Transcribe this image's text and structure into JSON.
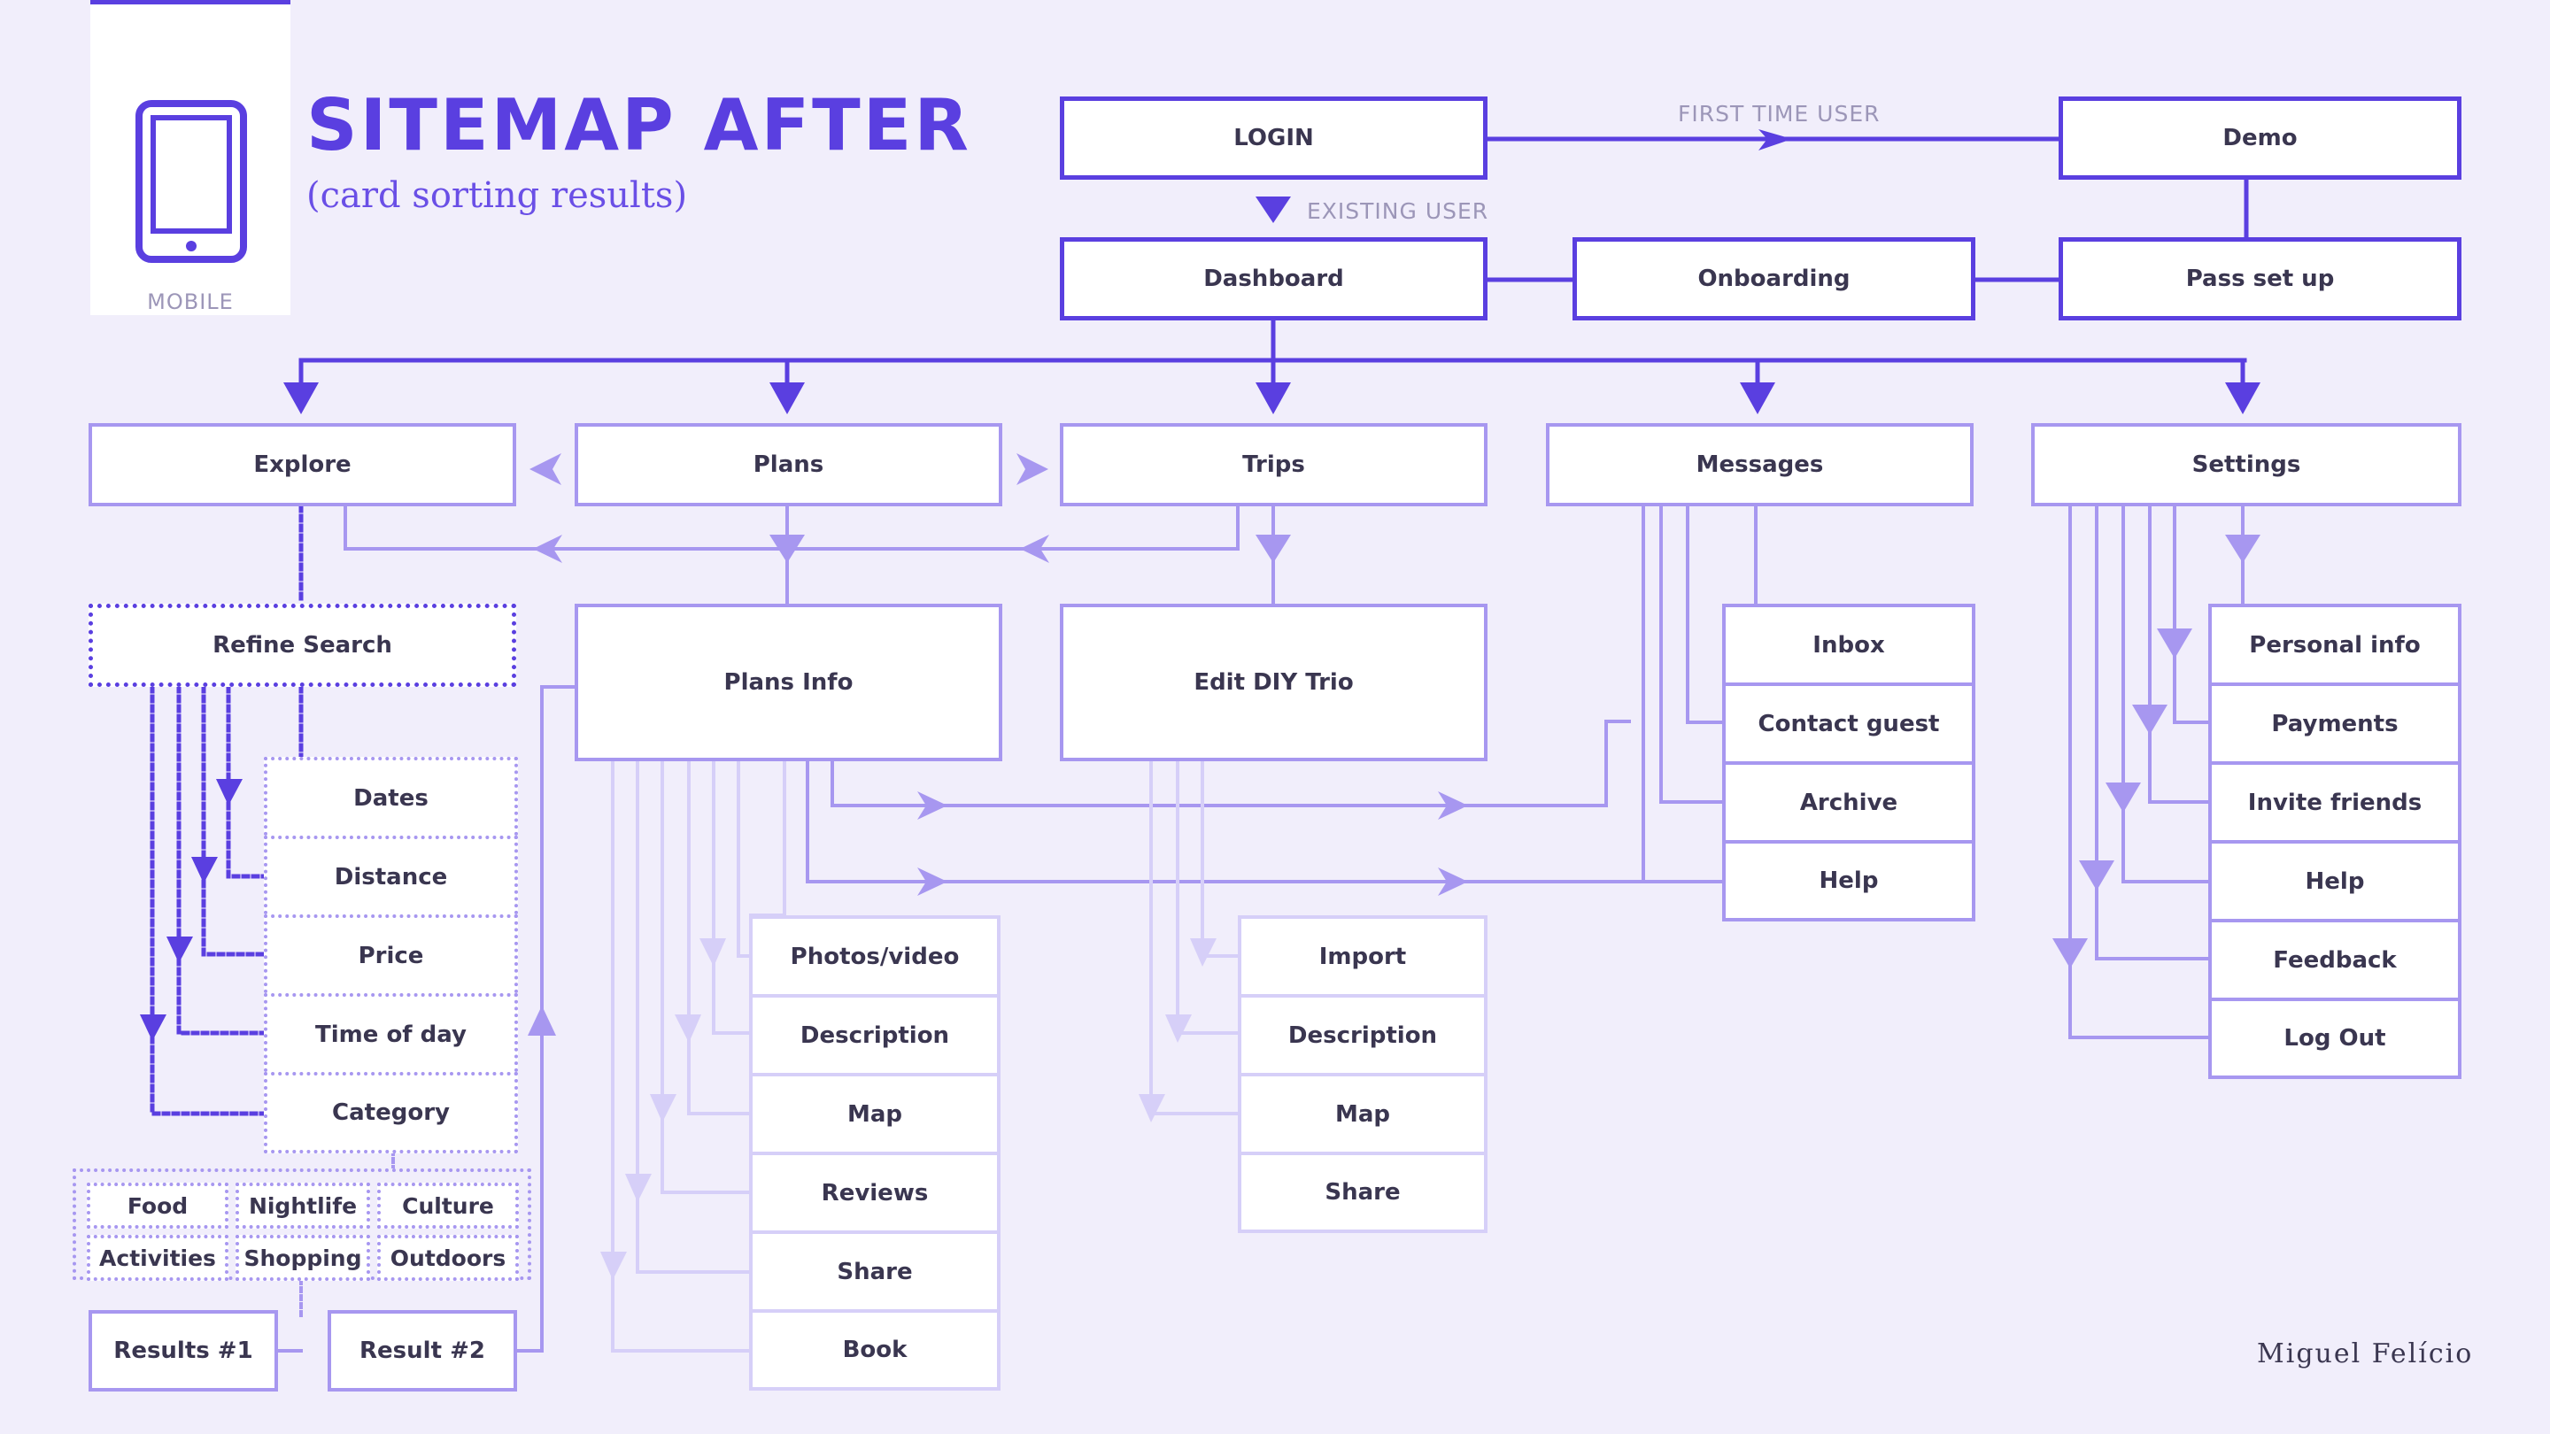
{
  "header": {
    "title": "SITEMAP AFTER",
    "subtitle": "(card sorting results)",
    "device_label": "MOBILE",
    "author": "Miguel Felício"
  },
  "edge_labels": {
    "first_time_user": "FIRST TIME USER",
    "existing_user": "EXISTING USER"
  },
  "top": {
    "login": "LOGIN",
    "demo": "Demo",
    "dashboard": "Dashboard",
    "onboarding": "Onboarding",
    "pass_set_up": "Pass set up"
  },
  "sections": {
    "explore": "Explore",
    "plans": "Plans",
    "trips": "Trips",
    "messages": "Messages",
    "settings": "Settings"
  },
  "explore": {
    "refine_search": "Refine Search",
    "filters": [
      "Dates",
      "Distance",
      "Price",
      "Time of day",
      "Category"
    ],
    "categories": [
      "Food",
      "Nightlife",
      "Culture",
      "Activities",
      "Shopping",
      "Outdoors"
    ],
    "results": [
      "Results #1",
      "Result #2"
    ]
  },
  "plans": {
    "info": "Plans Info",
    "items": [
      "Photos/video",
      "Description",
      "Map",
      "Reviews",
      "Share",
      "Book"
    ]
  },
  "trips": {
    "edit": "Edit DIY Trio",
    "items": [
      "Import",
      "Description",
      "Map",
      "Share"
    ]
  },
  "messages": {
    "items": [
      "Inbox",
      "Contact guest",
      "Archive",
      "Help"
    ]
  },
  "settings": {
    "items": [
      "Personal info",
      "Payments",
      "Invite friends",
      "Help",
      "Feedback",
      "Log Out"
    ]
  },
  "colors": {
    "dark": "#5a3fe0",
    "mid": "#a797f0",
    "light": "#d6cff8",
    "bg": "#f1eefb",
    "text": "#3a3650"
  }
}
